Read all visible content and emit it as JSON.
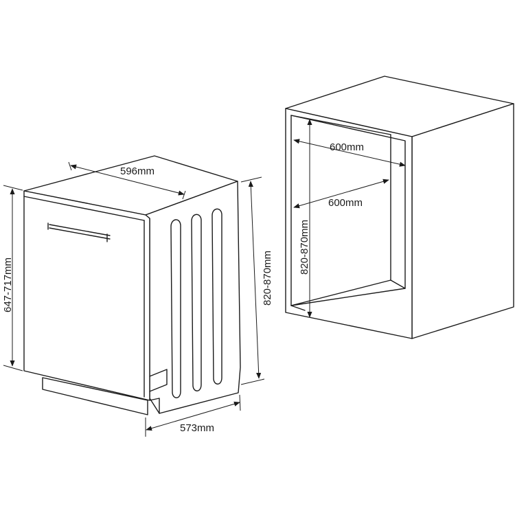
{
  "labels": {
    "dishwasher_width": "596mm",
    "dishwasher_depth": "573mm",
    "dishwasher_height": "820-870mm",
    "door_height": "647-717mm",
    "cabinet_width": "600mm",
    "cabinet_depth": "600mm",
    "cabinet_height": "820-870mm"
  },
  "colors": {
    "line": "#1a1a1a",
    "background": "#ffffff"
  }
}
